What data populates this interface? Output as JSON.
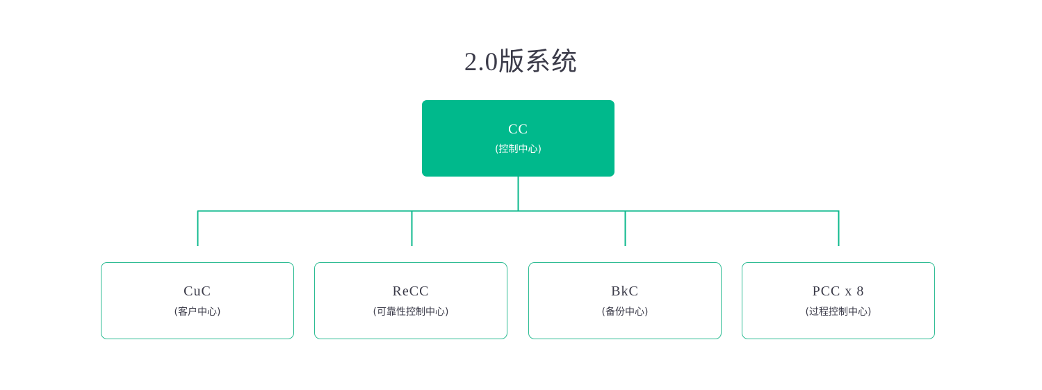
{
  "title": "2.0版系统",
  "theme": {
    "accent": "#00b98c",
    "line": "#0fb98e",
    "border": "#2bbb92",
    "text": "#3b3b49",
    "node_text_on_accent": "#ffffff",
    "background": "#ffffff"
  },
  "diagram": {
    "type": "org-tree",
    "root": {
      "code": "CC",
      "name": "(控制中心)"
    },
    "children": [
      {
        "code": "CuC",
        "name": "(客户中心)"
      },
      {
        "code": "ReCC",
        "name": "(可靠性控制中心)"
      },
      {
        "code": "BkC",
        "name": "(备份中心)"
      },
      {
        "code": "PCC x 8",
        "name": "(过程控制中心)"
      }
    ]
  }
}
